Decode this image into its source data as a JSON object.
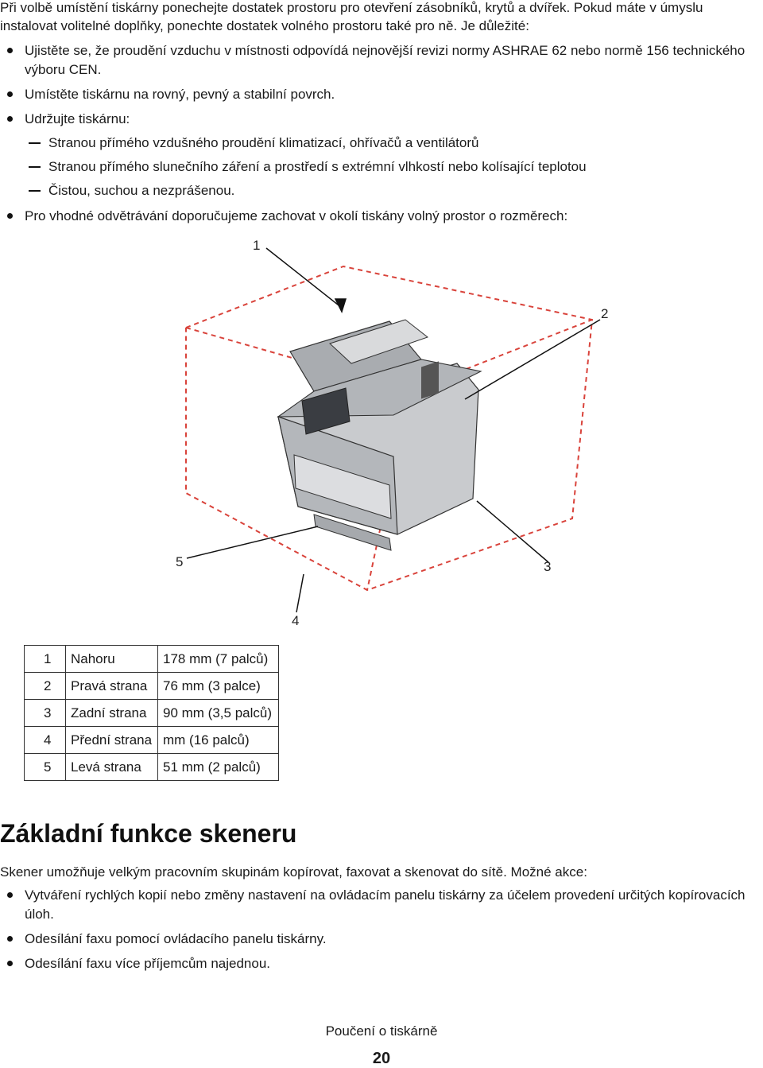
{
  "intro_text": "Při volbě umístění tiskárny ponechejte dostatek prostoru pro otevření zásobníků, krytů a dvířek. Pokud máte v úmyslu instalovat volitelné doplňky, ponechte dostatek volného prostoru také pro ně. Je důležité:",
  "bullets_top": [
    "Ujistěte se, že proudění vzduchu v místnosti odpovídá nejnovější revizi normy ASHRAE 62 nebo normě 156 technického výboru CEN.",
    "Umístěte tiskárnu na rovný, pevný a stabilní povrch.",
    "Udržujte tiskárnu:"
  ],
  "sub_items": [
    "Stranou přímého vzdušného proudění klimatizací, ohřívačů a ventilátorů",
    "Stranou přímého slunečního záření a prostředí s extrémní vlhkostí nebo kolísající teplotou",
    "Čistou, suchou a nezprášenou."
  ],
  "bullet_clearance": "Pro vhodné odvětrávání doporučujeme zachovat v okolí tiskány volný prostor o rozměrech:",
  "figure_callouts": [
    "1",
    "2",
    "3",
    "4",
    "5"
  ],
  "clearance_table": [
    {
      "num": "1",
      "side": "Nahoru",
      "value": "178 mm (7 palců)"
    },
    {
      "num": "2",
      "side": "Pravá strana",
      "value": "76 mm (3 palce)"
    },
    {
      "num": "3",
      "side": "Zadní strana",
      "value": "90 mm (3,5 palců)"
    },
    {
      "num": "4",
      "side": "Přední strana",
      "value": " mm (16 palců)"
    },
    {
      "num": "5",
      "side": "Levá strana",
      "value": "51 mm (2 palců)"
    }
  ],
  "section_title": "Základní funkce skeneru",
  "section_intro": "Skener umožňuje velkým pracovním skupinám kopírovat, faxovat a skenovat do sítě. Možné akce:",
  "bullets_bottom": [
    "Vytváření rychlých kopií nebo změny nastavení na ovládacím panelu tiskárny za účelem provedení určitých kopírovacích úloh.",
    "Odesílání faxu pomocí ovládacího panelu tiskárny.",
    "Odesílání faxu více příjemcům najednou."
  ],
  "footer_title": "Poučení o tiskárně",
  "page_number": "20",
  "colors": {
    "clearance_box": "#d9433b",
    "printer_body": "#bfc2c6"
  }
}
